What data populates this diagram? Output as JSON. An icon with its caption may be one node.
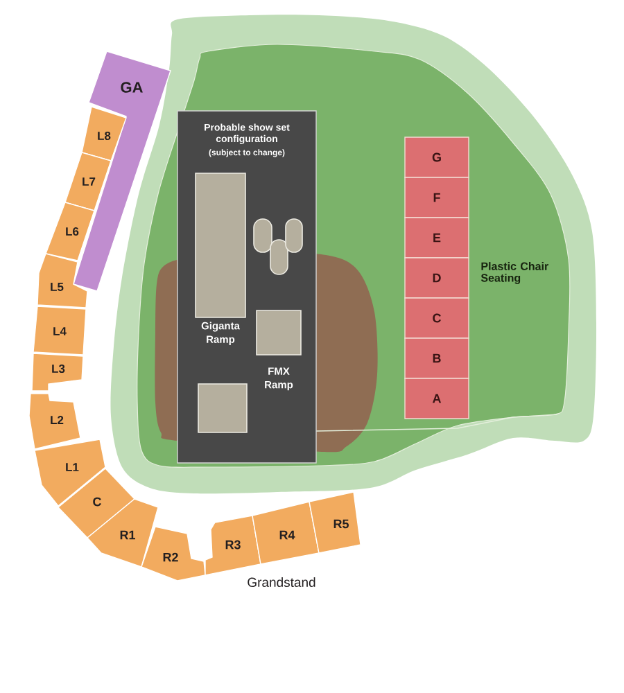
{
  "diagram": {
    "nodes": [
      {
        "text": [
          "GA"
        ]
      },
      {
        "text": [
          "L8"
        ]
      },
      {
        "text": [
          "L7"
        ]
      },
      {
        "text": [
          "L6"
        ]
      },
      {
        "text": [
          "L5"
        ]
      },
      {
        "text": [
          "L4"
        ]
      },
      {
        "text": [
          "L3"
        ]
      },
      {
        "text": [
          "L2"
        ]
      },
      {
        "text": [
          "L1"
        ]
      },
      {
        "text": [
          "C"
        ]
      },
      {
        "text": [
          "R1"
        ]
      },
      {
        "text": [
          "R2"
        ]
      },
      {
        "text": [
          "R3"
        ]
      },
      {
        "text": [
          "R4"
        ]
      },
      {
        "text": [
          "R5"
        ]
      },
      {
        "text": [
          "Plastic Chair Seating"
        ]
      },
      {
        "text": [
          "Probable show set configuration",
          "(subject to change)"
        ],
        "in": 15
      },
      {
        "text": [
          "Giganta Ramp"
        ],
        "in": 16
      },
      {
        "text": [],
        "shape": "oval",
        "in": 16
      },
      {
        "text": [],
        "shape": "oval",
        "in": 16
      },
      {
        "text": [],
        "shape": "oval",
        "in": 16
      },
      {
        "text": [
          "FMX Ramp"
        ],
        "in": 16
      },
      {
        "text": [],
        "shape": "box",
        "in": 16
      },
      {
        "text": [
          "G"
        ],
        "in": 15
      },
      {
        "text": [
          "F"
        ],
        "in": 15
      },
      {
        "text": [
          "E"
        ],
        "in": 15
      },
      {
        "text": [
          "D"
        ],
        "in": 15
      },
      {
        "text": [
          "C"
        ],
        "in": 15
      },
      {
        "text": [
          "B"
        ],
        "in": 15
      },
      {
        "text": [
          "A"
        ],
        "in": 15
      }
    ],
    "labels": [
      "Grandstand"
    ]
  }
}
